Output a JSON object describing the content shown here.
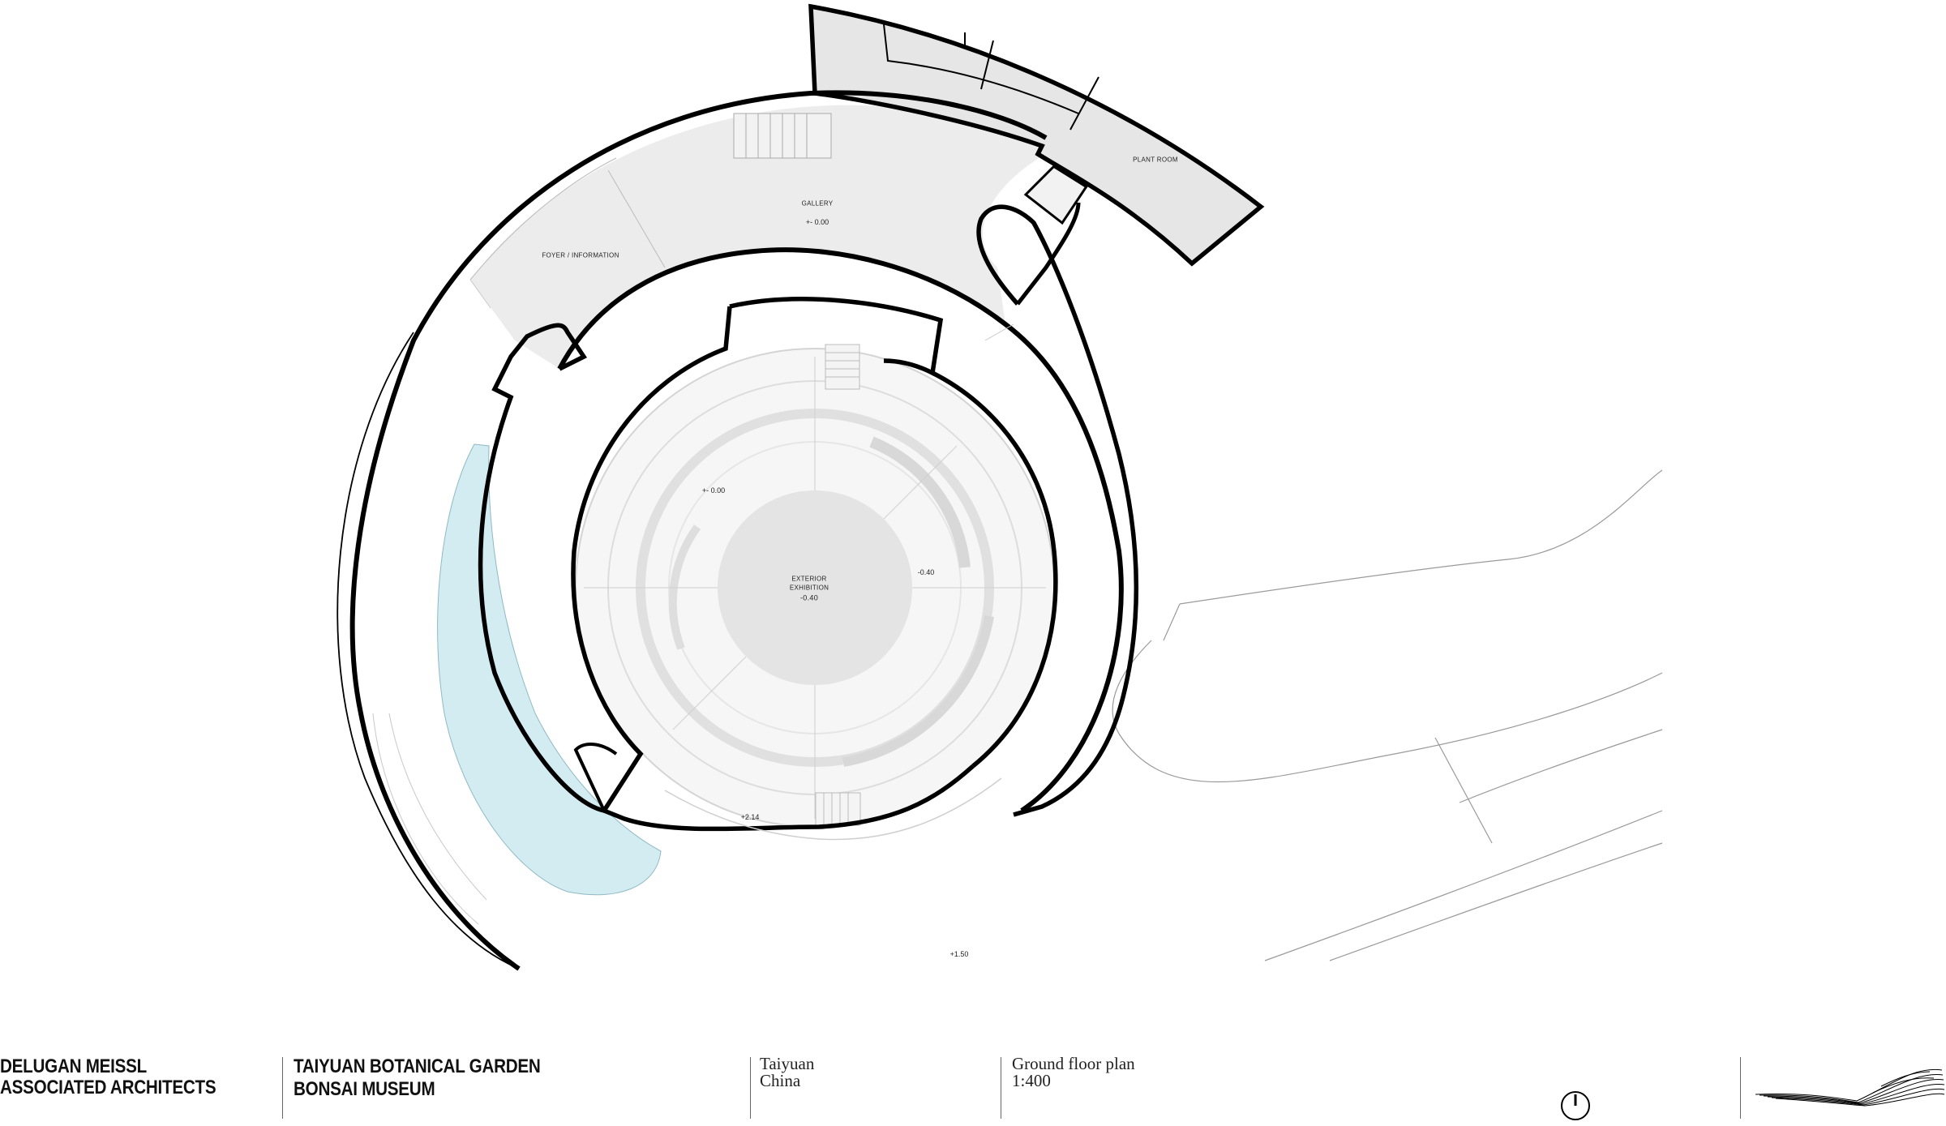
{
  "plan": {
    "rooms": {
      "gallery": "GALLERY",
      "gallery_level": "+- 0.00",
      "foyer": "FOYER / INFORMATION",
      "plant_room": "PLANT ROOM",
      "exterior_exhibition_line1": "EXTERIOR",
      "exterior_exhibition_line2": "EXHIBITION",
      "exterior_exhibition_level": "-0.40"
    },
    "levels": {
      "inner_left": "+- 0.00",
      "inner_right": "-0.40",
      "lower": "+2.14",
      "site": "+1.50"
    },
    "colors": {
      "wall": "#000000",
      "floor_fill": "#ececec",
      "water": "#d3ecf2",
      "center": "#e4e4e4"
    }
  },
  "titleblock": {
    "firm_line1": "DELUGAN MEISSL",
    "firm_line2": "ASSOCIATED ARCHITECTS",
    "project_line1": "TAIYUAN BOTANICAL GARDEN",
    "project_line2": "BONSAI MUSEUM",
    "city": "Taiyuan",
    "country": "China",
    "drawing": "Ground floor plan",
    "scale": "1:400"
  }
}
